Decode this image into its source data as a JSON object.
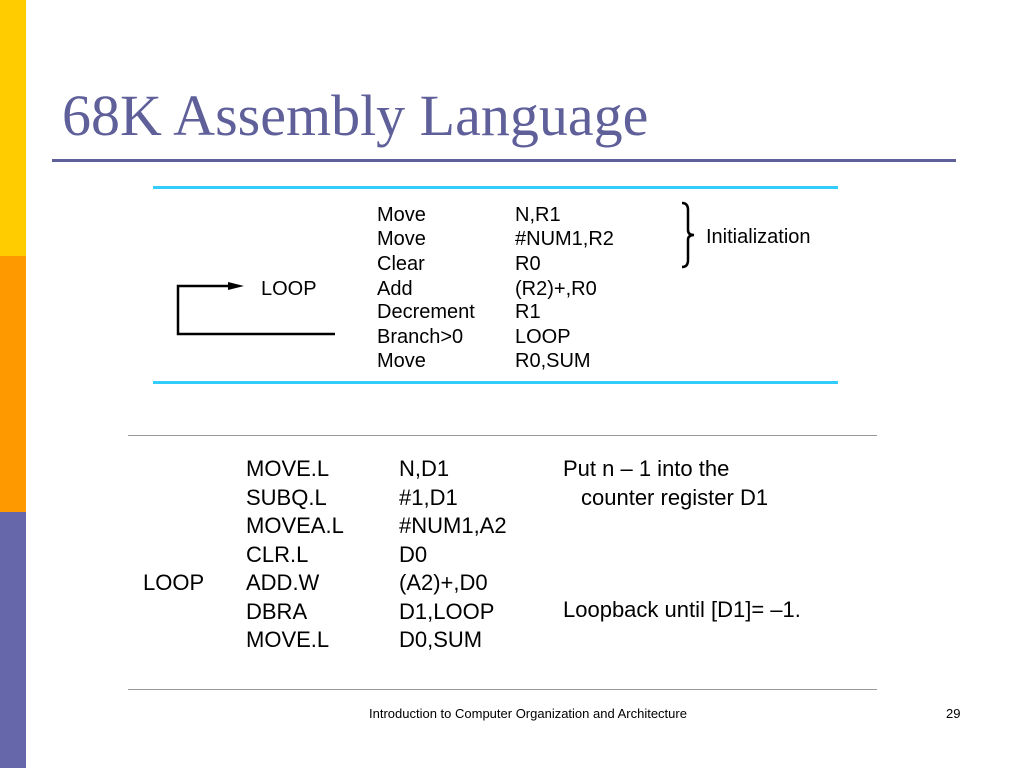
{
  "slide": {
    "title": "68K Assembly Language",
    "colors": {
      "title": "#5F5F9A",
      "stripe_top": "#FFCC00",
      "stripe_middle": "#FF9900",
      "stripe_bottom": "#6666AA",
      "highlight_rule": "#33CCFF"
    }
  },
  "generic": {
    "loop_label": "LOOP",
    "rows": [
      {
        "op": "Move",
        "operand": "N,R1"
      },
      {
        "op": "Move",
        "operand": "#NUM1,R2"
      },
      {
        "op": "Clear",
        "operand": "R0"
      },
      {
        "op": "Add",
        "operand": "(R2)+,R0"
      },
      {
        "op": "Decrement",
        "operand": "R1"
      },
      {
        "op": "Branch>0",
        "operand": "LOOP"
      },
      {
        "op": "Move",
        "operand": "R0,SUM"
      }
    ],
    "init_note": "Initialization"
  },
  "m68k": {
    "loop_label": "LOOP",
    "rows": [
      {
        "op": "MOVE.L",
        "operand": "N,D1"
      },
      {
        "op": "SUBQ.L",
        "operand": "#1,D1"
      },
      {
        "op": "MOVEA.L",
        "operand": "#NUM1,A2"
      },
      {
        "op": "CLR.L",
        "operand": "D0"
      },
      {
        "op": "ADD.W",
        "operand": "(A2)+,D0"
      },
      {
        "op": "DBRA",
        "operand": "D1,LOOP"
      },
      {
        "op": "MOVE.L",
        "operand": "D0,SUM"
      }
    ],
    "comment_1a": "Put n – 1 into the",
    "comment_1b": "counter register D1",
    "comment_2": "Loopback until [D1]= –1."
  },
  "footer": {
    "course": "Introduction to Computer Organization and Architecture",
    "page": "29"
  }
}
